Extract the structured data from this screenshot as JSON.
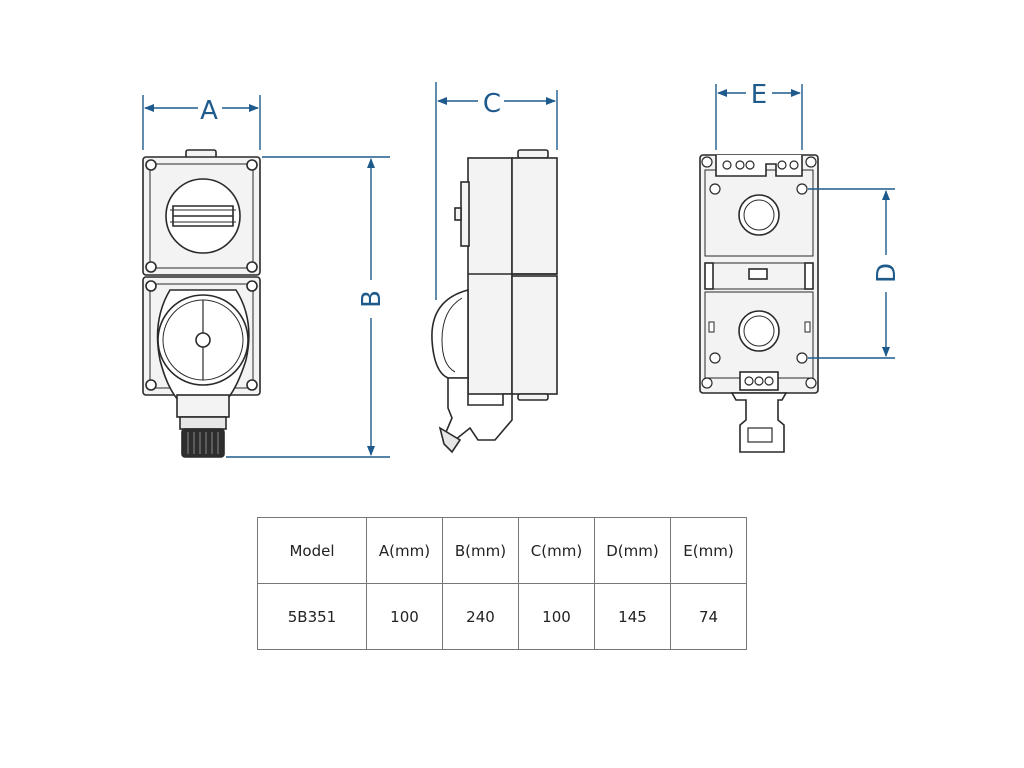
{
  "dimension_labels": {
    "a": "A",
    "b": "B",
    "c": "C",
    "d": "D",
    "e": "E"
  },
  "spec_table": {
    "headers": [
      "Model",
      "A(mm)",
      "B(mm)",
      "C(mm)",
      "D(mm)",
      "E(mm)"
    ],
    "rows": [
      [
        "5B351",
        "100",
        "240",
        "100",
        "145",
        "74"
      ]
    ]
  },
  "colors": {
    "dimension_line": "#1f5a8c",
    "outline": "#2a2a2a",
    "body_fill": "#f2f2f2",
    "table_border": "#777777"
  }
}
